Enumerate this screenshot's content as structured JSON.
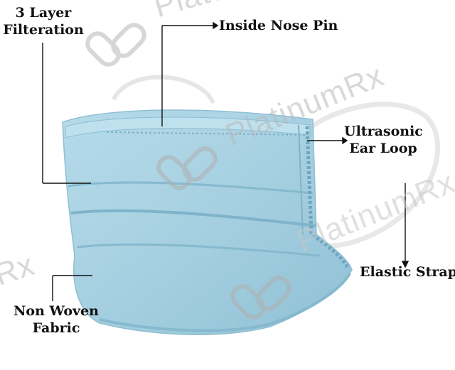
{
  "labels": {
    "filtration_line1": "3 Layer",
    "filtration_line2": "Filteration",
    "nose_pin": "Inside Nose Pin",
    "ear_loop_line1": "Ultrasonic",
    "ear_loop_line2": "Ear Loop",
    "elastic_strap": "Elastic Strap",
    "fabric_line1": "Non Woven",
    "fabric_line2": "Fabric"
  },
  "watermark": {
    "brand": "PlatinumRx",
    "partial_left": "Rx",
    "partial_top": "Platu"
  },
  "colors": {
    "mask": "#a9d3e3",
    "mask_shadow": "#7fb3c9",
    "strap": "#ececec",
    "watermark": "#b9b9b9",
    "text": "#111111"
  }
}
